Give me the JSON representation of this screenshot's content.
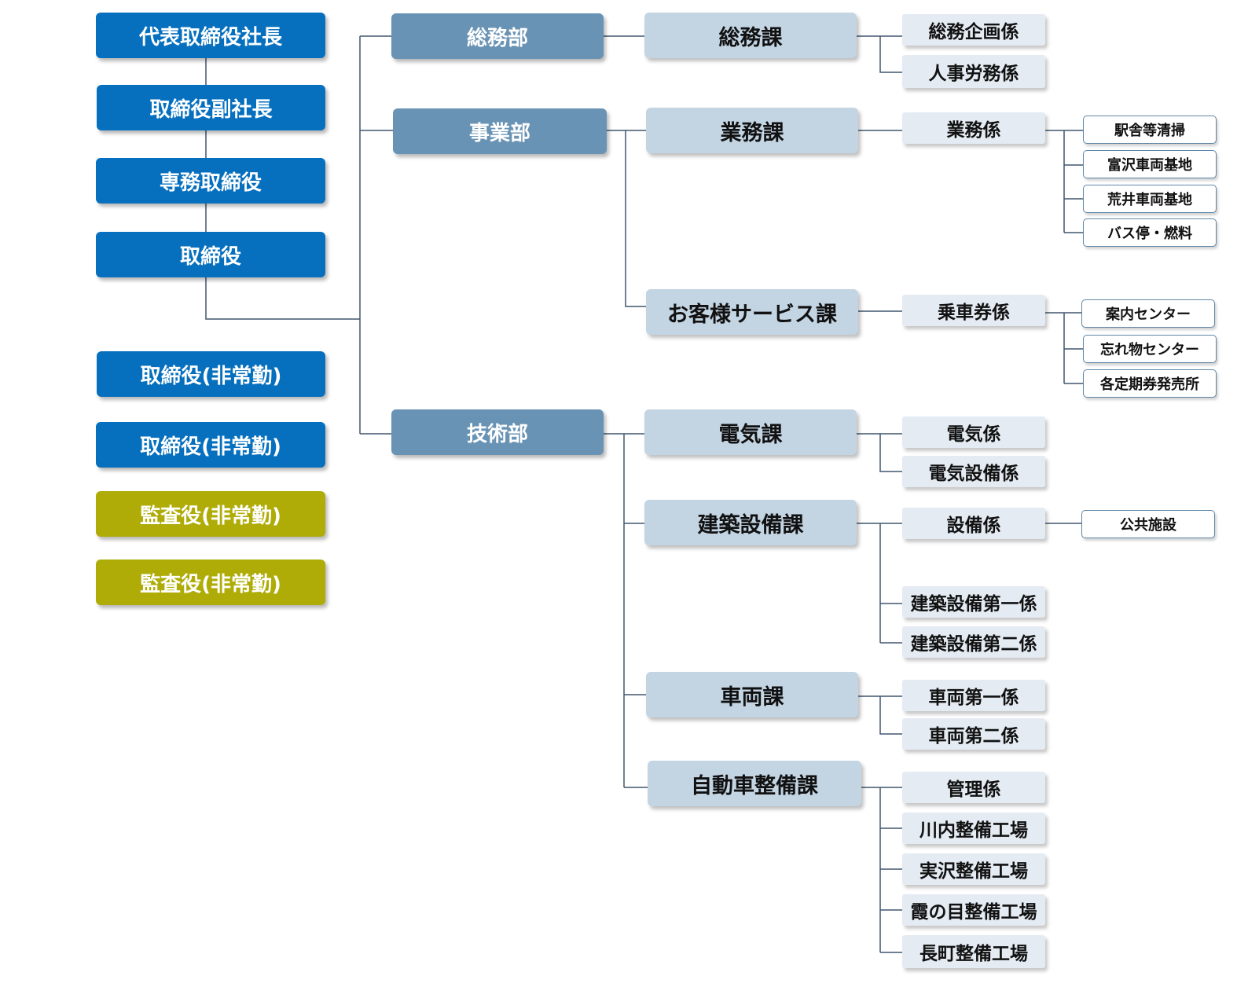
{
  "executives": {
    "president": "代表取締役社長",
    "vice_president": "取締役副社長",
    "senior_managing_director": "専務取締役",
    "director": "取締役",
    "outside_director_1": "取締役(非常勤)",
    "outside_director_2": "取締役(非常勤)",
    "auditor_1": "監査役(非常勤)",
    "auditor_2": "監査役(非常勤)"
  },
  "departments": {
    "general_affairs": {
      "label": "総務部",
      "sections": {
        "general_affairs": {
          "label": "総務課",
          "units": [
            "総務企画係",
            "人事労務係"
          ]
        }
      }
    },
    "business": {
      "label": "事業部",
      "sections": {
        "operations": {
          "label": "業務課",
          "unit": "業務係",
          "subunits": [
            "駅舎等清掃",
            "富沢車両基地",
            "荒井車両基地",
            "バス停・燃料"
          ]
        },
        "customer_service": {
          "label": "お客様サービス課",
          "unit": "乗車券係",
          "subunits": [
            "案内センター",
            "忘れ物センター",
            "各定期券発売所"
          ]
        }
      }
    },
    "engineering": {
      "label": "技術部",
      "sections": {
        "electrical": {
          "label": "電気課",
          "units": [
            "電気係",
            "電気設備係"
          ]
        },
        "building_equipment": {
          "label": "建築設備課",
          "unit": "設備係",
          "subunit": "公共施設",
          "units": [
            "建築設備第一係",
            "建築設備第二係"
          ]
        },
        "vehicles": {
          "label": "車両課",
          "units": [
            "車両第一係",
            "車両第二係"
          ]
        },
        "auto_maintenance": {
          "label": "自動車整備課",
          "units": [
            "管理係",
            "川内整備工場",
            "実沢整備工場",
            "霞の目整備工場",
            "長町整備工場"
          ]
        }
      }
    }
  },
  "colors": {
    "executive": "#0670bf",
    "auditor": "#afac07",
    "department": "#6993b5",
    "section": "#c3d4e3",
    "unit": "#e4ebf2",
    "subunit_border": "#5f87a9",
    "line": "#40566e"
  }
}
